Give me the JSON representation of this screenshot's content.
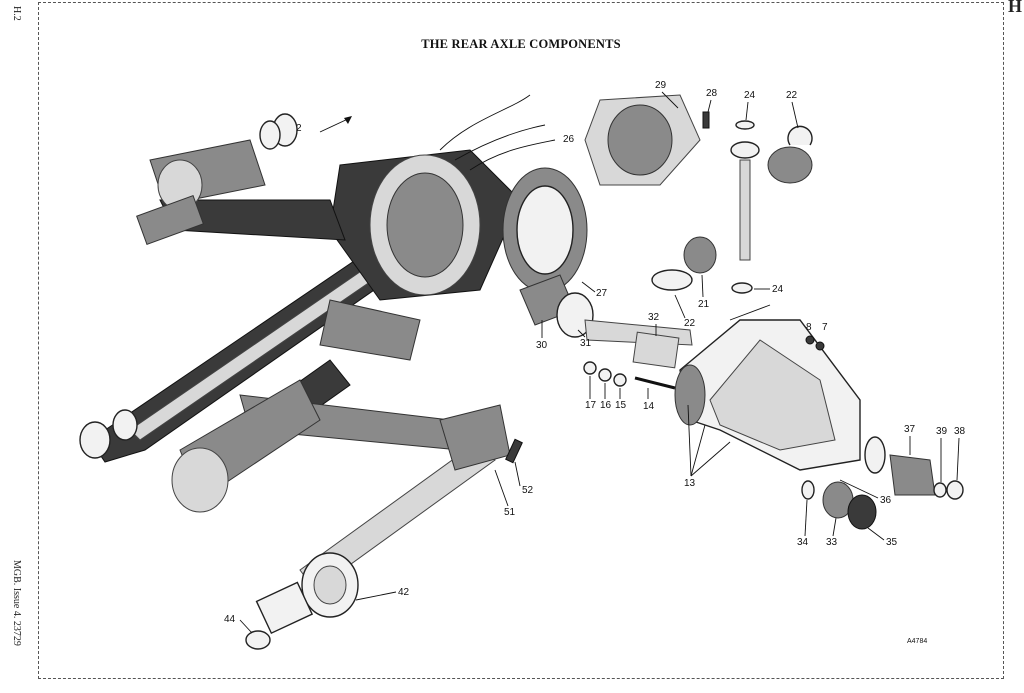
{
  "page": {
    "title": "THE REAR AXLE COMPONENTS",
    "page_ref": "H.2",
    "publication": "MGB.  Issue 4.  23729",
    "corner_mark": "H",
    "drawing_ref": "A4784"
  },
  "callouts": [
    {
      "id": "c2",
      "label": "2"
    },
    {
      "id": "c29",
      "label": "29"
    },
    {
      "id": "c28",
      "label": "28"
    },
    {
      "id": "c24a",
      "label": "24"
    },
    {
      "id": "c22a",
      "label": "22"
    },
    {
      "id": "c26",
      "label": "26"
    },
    {
      "id": "c27",
      "label": "27"
    },
    {
      "id": "c21",
      "label": "21"
    },
    {
      "id": "c24b",
      "label": "24"
    },
    {
      "id": "c22b",
      "label": "22"
    },
    {
      "id": "c32",
      "label": "32"
    },
    {
      "id": "c30",
      "label": "30"
    },
    {
      "id": "c31",
      "label": "31"
    },
    {
      "id": "c8",
      "label": "8"
    },
    {
      "id": "c7",
      "label": "7"
    },
    {
      "id": "c17",
      "label": "17"
    },
    {
      "id": "c16",
      "label": "16"
    },
    {
      "id": "c15",
      "label": "15"
    },
    {
      "id": "c14",
      "label": "14"
    },
    {
      "id": "c13",
      "label": "13"
    },
    {
      "id": "c37",
      "label": "37"
    },
    {
      "id": "c39",
      "label": "39"
    },
    {
      "id": "c38",
      "label": "38"
    },
    {
      "id": "c36",
      "label": "36"
    },
    {
      "id": "c34",
      "label": "34"
    },
    {
      "id": "c33",
      "label": "33"
    },
    {
      "id": "c35",
      "label": "35"
    },
    {
      "id": "c52",
      "label": "52"
    },
    {
      "id": "c51",
      "label": "51"
    },
    {
      "id": "c42",
      "label": "42"
    },
    {
      "id": "c44",
      "label": "44"
    }
  ]
}
